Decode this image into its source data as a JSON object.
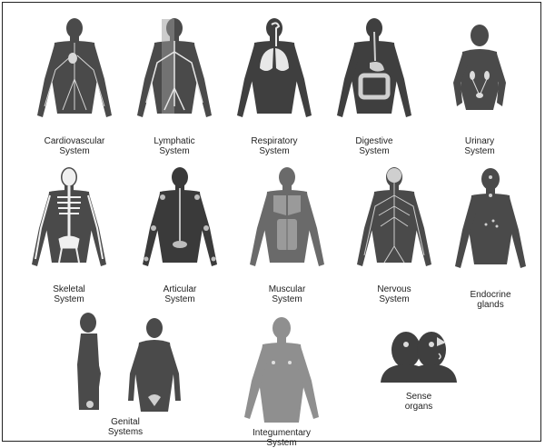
{
  "systems": [
    {
      "id": "cardiovascular",
      "label": "Cardiovascular\nSystem",
      "body": "#4a4a4a",
      "accent": "#d8d8d8"
    },
    {
      "id": "lymphatic",
      "label": "Lymphatic\nSystem",
      "body": "#4a4a4a",
      "accent": "#e6e6e6"
    },
    {
      "id": "respiratory",
      "label": "Respiratory\nSystem",
      "body": "#3f3f3f",
      "accent": "#e8e8e8"
    },
    {
      "id": "digestive",
      "label": "Digestive\nSystem",
      "body": "#3f3f3f",
      "accent": "#cfcfcf"
    },
    {
      "id": "urinary",
      "label": "Urinary\nSystem",
      "body": "#4a4a4a",
      "accent": "#dcdcdc"
    },
    {
      "id": "skeletal",
      "label": "Skeletal\nSystem",
      "body": "#4a4a4a",
      "accent": "#f0f0f0"
    },
    {
      "id": "articular",
      "label": "Articular\nSystem",
      "body": "#3a3a3a",
      "accent": "#bdbdbd"
    },
    {
      "id": "muscular",
      "label": "Muscular\nSystem",
      "body": "#6a6a6a",
      "accent": "#9a9a9a"
    },
    {
      "id": "nervous",
      "label": "Nervous\nSystem",
      "body": "#4a4a4a",
      "accent": "#cfcfcf"
    },
    {
      "id": "endocrine",
      "label": "Endocrine\nglands",
      "body": "#4a4a4a",
      "accent": "#d0d0d0"
    },
    {
      "id": "genital",
      "label": "Genital\nSystems",
      "body": "#4a4a4a",
      "accent": "#cfcfcf"
    },
    {
      "id": "integumentary",
      "label": "Integumentary\nSystem",
      "body": "#8f8f8f",
      "accent": "#e0e0e0"
    },
    {
      "id": "sense",
      "label": "Sense\norgans",
      "body": "#3f3f3f",
      "accent": "#dcdcdc"
    }
  ]
}
